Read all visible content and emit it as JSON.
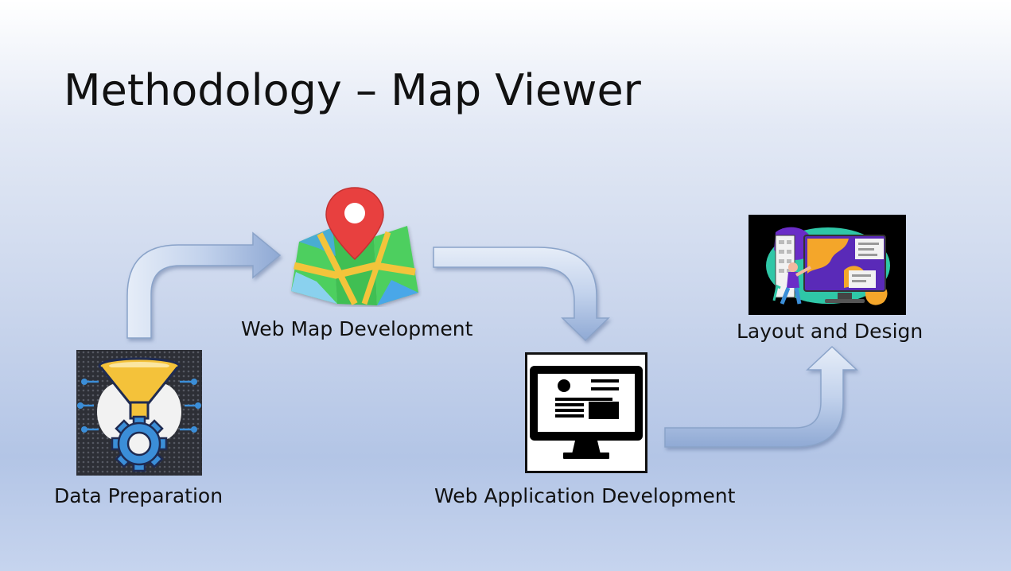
{
  "slide": {
    "title": "Methodology – Map Viewer"
  },
  "steps": [
    {
      "label": "Data Preparation",
      "icon": "data-funnel-gear-icon"
    },
    {
      "label": "Web Map Development",
      "icon": "map-pin-icon"
    },
    {
      "label": "Web Application Development",
      "icon": "monitor-webpage-icon"
    },
    {
      "label": "Layout and Design",
      "icon": "designer-illustration-icon"
    }
  ],
  "colors": {
    "arrow_fill_light": "#dfe8f6",
    "arrow_fill_dark": "#9db6de",
    "arrow_stroke": "#7e96bd",
    "funnel": "#f4c23a",
    "gear": "#3b8ed8",
    "pin": "#e8403f",
    "map_green": "#4ecf5f",
    "map_yellow": "#f3c43b",
    "map_blue": "#4aa7e8",
    "design_purple": "#6a2cc7",
    "design_orange": "#f4a62a",
    "design_teal": "#2fc7a7"
  }
}
